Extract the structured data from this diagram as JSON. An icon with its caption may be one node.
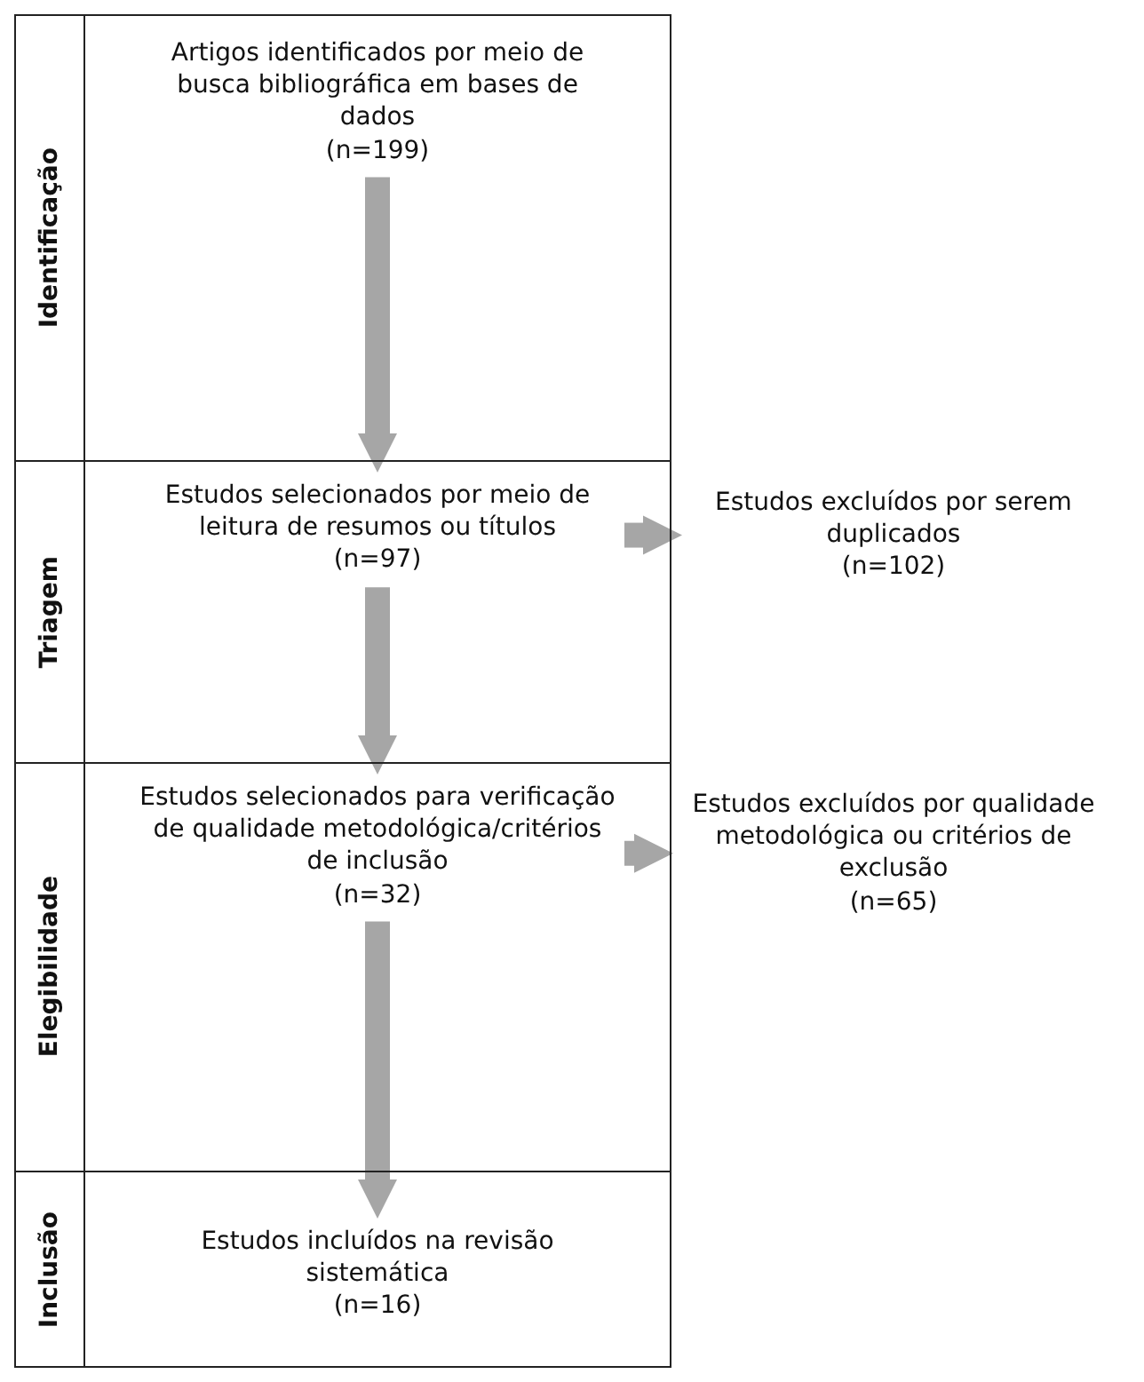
{
  "diagram": {
    "nodes": [
      {
        "text": [
          "Identificação"
        ]
      },
      {
        "text": [
          "Artigos identificados por meio de busca bibliográfica em bases de dados",
          "(n=199)"
        ]
      },
      {
        "text": [
          "Triagem"
        ]
      },
      {
        "text": [
          "Estudos selecionados por meio de leitura de resumos ou títulos",
          "(n=97)"
        ]
      },
      {
        "text": [
          "Estudos excluídos por serem duplicados",
          "(n=102)"
        ]
      },
      {
        "text": [
          "Elegibilidade"
        ]
      },
      {
        "text": [
          "Estudos selecionados para verificação de qualidade metodológica/critérios de inclusão",
          "(n=32)"
        ]
      },
      {
        "text": [
          "Estudos excluídos por qualidade metodológica ou critérios de exclusão",
          "(n=65)"
        ]
      },
      {
        "text": [
          "Inclusão"
        ]
      },
      {
        "text": [
          "Estudos incluídos na revisão sistemática",
          "(n=16)"
        ]
      }
    ],
    "edges": [
      {
        "from": 1,
        "to": 3,
        "arrow": "to"
      },
      {
        "from": 3,
        "to": 6,
        "arrow": "to"
      },
      {
        "from": 6,
        "to": 9,
        "arrow": "to"
      },
      {
        "from": 3,
        "to": 4,
        "arrow": "to"
      },
      {
        "from": 6,
        "to": 7,
        "arrow": "to"
      }
    ]
  }
}
